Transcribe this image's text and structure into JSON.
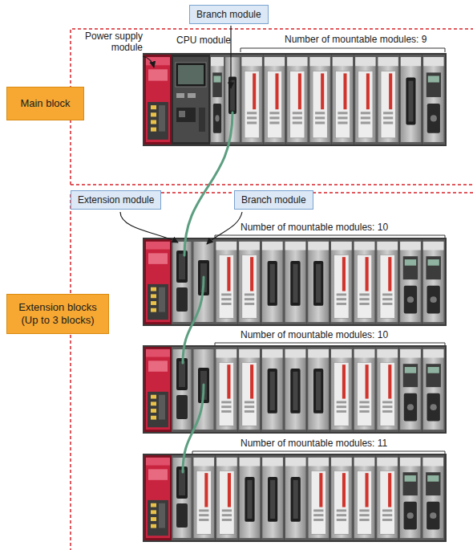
{
  "diagram": {
    "nodes": [
      {
        "text": [
          "Branch module"
        ]
      },
      {
        "text": [
          "Main block"
        ]
      },
      {
        "text": [
          "Extension module"
        ]
      },
      {
        "text": [
          "Branch module"
        ]
      },
      {
        "text": [
          "Extension blocks (Up to 3 blocks)"
        ]
      }
    ],
    "labels": [
      "Power supply module",
      "CPU module",
      "Number of mountable modules: 9",
      "Number of mountable modules: 10",
      "Number of mountable modules: 10",
      "Number of mountable modules: 11"
    ]
  }
}
